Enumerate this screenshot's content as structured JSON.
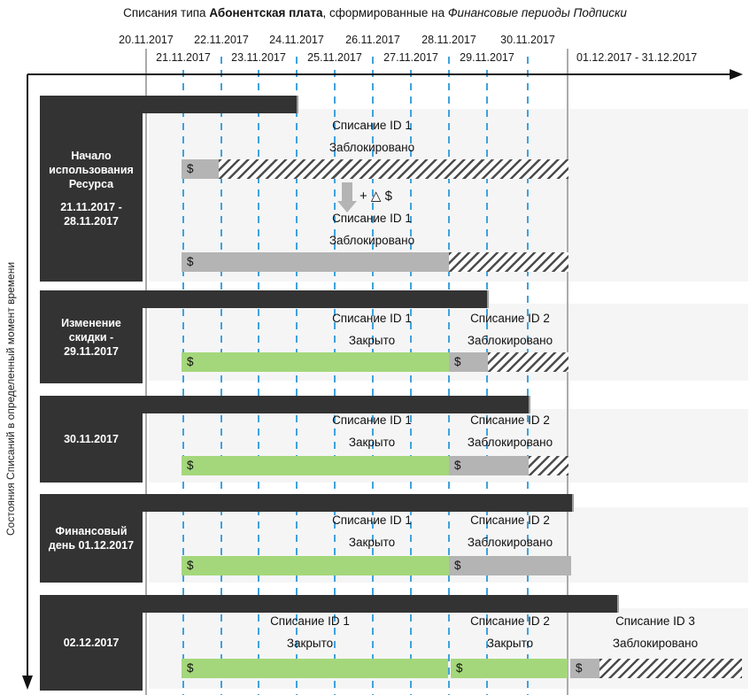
{
  "title": {
    "prefix": "Списания типа ",
    "type_name": "Абонентская плата",
    "middle": ", сформированные на ",
    "period_name": "Финансовые периоды Подписки"
  },
  "y_axis_label": "Состояния Списаний в определенный момент времени",
  "timeline": {
    "dates_top": [
      "20.11.2017",
      "22.11.2017",
      "24.11.2017",
      "26.11.2017",
      "28.11.2017",
      "30.11.2017"
    ],
    "dates_bottom": [
      "21.11.2017",
      "23.11.2017",
      "25.11.2017",
      "27.11.2017",
      "29.11.2017"
    ],
    "range_label": "01.12.2017 - 31.12.2017"
  },
  "currency_symbol": "$",
  "adjustment_label": "+ △ $",
  "colors": {
    "dark": "#333333",
    "panel": "#f5f5f6",
    "closed_green": "#a4d77b",
    "charged_gray": "#b4b4b4",
    "dashed_line_blue": "#3fa2dd",
    "solid_line_gray": "#ababab"
  },
  "rows": [
    {
      "state": [
        "Начало использования Ресурса",
        "21.11.2017 - 28.11.2017"
      ],
      "charges": [
        {
          "name": "Списание ID 1",
          "status": "Заблокировано"
        },
        {
          "name": "Списание ID 1",
          "status": "Заблокировано"
        }
      ]
    },
    {
      "state": [
        "Изменение скидки - 29.11.2017"
      ],
      "charges": [
        {
          "name": "Списание ID 1",
          "status": "Закрыто"
        },
        {
          "name": "Списание ID 2",
          "status": "Заблокировано"
        }
      ]
    },
    {
      "state": [
        "30.11.2017"
      ],
      "charges": [
        {
          "name": "Списание ID 1",
          "status": "Закрыто"
        },
        {
          "name": "Списание ID 2",
          "status": "Заблокировано"
        }
      ]
    },
    {
      "state": [
        "Финансовый день 01.12.2017"
      ],
      "charges": [
        {
          "name": "Списание ID 1",
          "status": "Закрыто"
        },
        {
          "name": "Списание ID 2",
          "status": "Заблокировано"
        }
      ]
    },
    {
      "state": [
        "02.12.2017"
      ],
      "charges": [
        {
          "name": "Списание ID 1",
          "status": "Закрыто"
        },
        {
          "name": "Списание ID 2",
          "status": "Закрыто"
        },
        {
          "name": "Списание ID 3",
          "status": "Заблокировано"
        }
      ]
    }
  ]
}
